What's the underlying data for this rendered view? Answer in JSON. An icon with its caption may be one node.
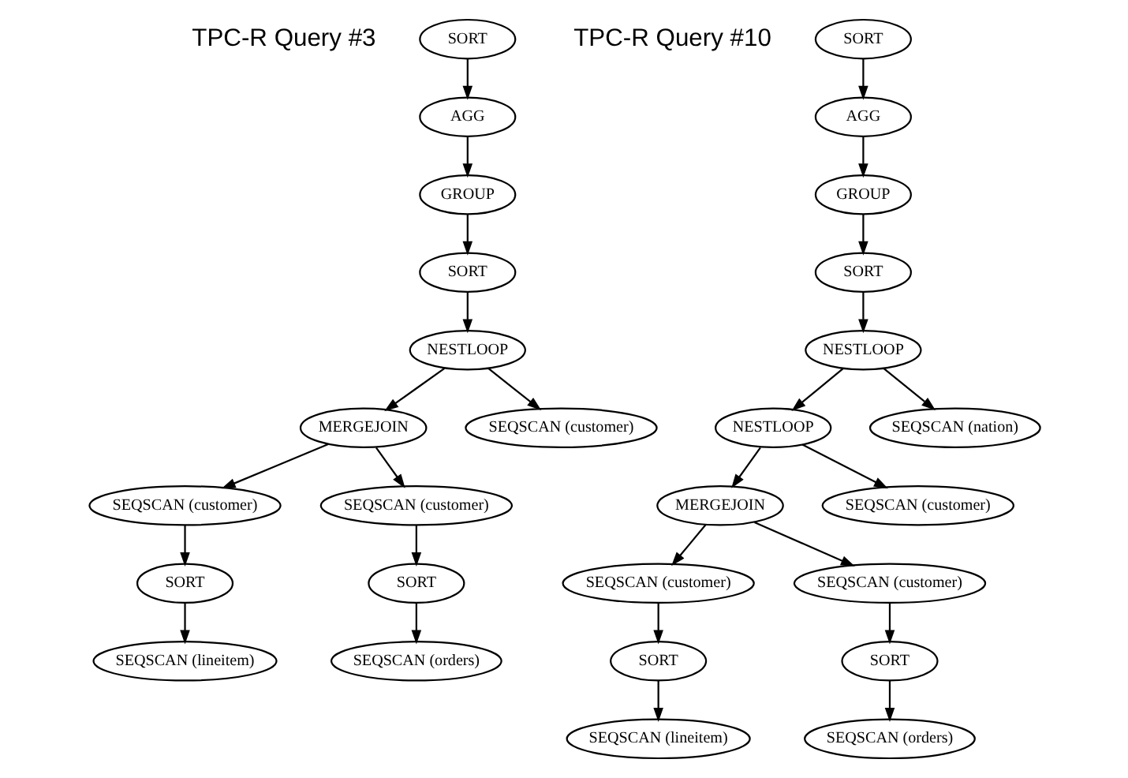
{
  "diagram": {
    "nodes": [
      {
        "text": [
          "SORT"
        ]
      },
      {
        "text": [
          "AGG"
        ]
      },
      {
        "text": [
          "GROUP"
        ]
      },
      {
        "text": [
          "SORT"
        ]
      },
      {
        "text": [
          "NESTLOOP"
        ]
      },
      {
        "text": [
          "MERGEJOIN"
        ]
      },
      {
        "text": [
          "SEQSCAN (customer)"
        ]
      },
      {
        "text": [
          "SEQSCAN (customer)"
        ]
      },
      {
        "text": [
          "SEQSCAN (customer)"
        ]
      },
      {
        "text": [
          "SORT"
        ]
      },
      {
        "text": [
          "SORT"
        ]
      },
      {
        "text": [
          "SEQSCAN (lineitem)"
        ]
      },
      {
        "text": [
          "SEQSCAN (orders)"
        ]
      },
      {
        "text": [
          "SORT"
        ]
      },
      {
        "text": [
          "AGG"
        ]
      },
      {
        "text": [
          "GROUP"
        ]
      },
      {
        "text": [
          "SORT"
        ]
      },
      {
        "text": [
          "NESTLOOP"
        ]
      },
      {
        "text": [
          "NESTLOOP"
        ]
      },
      {
        "text": [
          "SEQSCAN (nation)"
        ]
      },
      {
        "text": [
          "MERGEJOIN"
        ]
      },
      {
        "text": [
          "SEQSCAN (customer)"
        ]
      },
      {
        "text": [
          "SEQSCAN (customer)"
        ]
      },
      {
        "text": [
          "SEQSCAN (customer)"
        ]
      },
      {
        "text": [
          "SORT"
        ]
      },
      {
        "text": [
          "SORT"
        ]
      },
      {
        "text": [
          "SEQSCAN (lineitem)"
        ]
      },
      {
        "text": [
          "SEQSCAN (orders)"
        ]
      }
    ],
    "edges": [
      {
        "from": 0,
        "to": 1,
        "arrow": "to"
      },
      {
        "from": 1,
        "to": 2,
        "arrow": "to"
      },
      {
        "from": 2,
        "to": 3,
        "arrow": "to"
      },
      {
        "from": 3,
        "to": 4,
        "arrow": "to"
      },
      {
        "from": 4,
        "to": 5,
        "arrow": "to"
      },
      {
        "from": 4,
        "to": 6,
        "arrow": "to"
      },
      {
        "from": 5,
        "to": 7,
        "arrow": "to"
      },
      {
        "from": 5,
        "to": 8,
        "arrow": "to"
      },
      {
        "from": 7,
        "to": 9,
        "arrow": "to"
      },
      {
        "from": 8,
        "to": 10,
        "arrow": "to"
      },
      {
        "from": 9,
        "to": 11,
        "arrow": "to"
      },
      {
        "from": 10,
        "to": 12,
        "arrow": "to"
      },
      {
        "from": 13,
        "to": 14,
        "arrow": "to"
      },
      {
        "from": 14,
        "to": 15,
        "arrow": "to"
      },
      {
        "from": 15,
        "to": 16,
        "arrow": "to"
      },
      {
        "from": 16,
        "to": 17,
        "arrow": "to"
      },
      {
        "from": 17,
        "to": 18,
        "arrow": "to"
      },
      {
        "from": 17,
        "to": 19,
        "arrow": "to"
      },
      {
        "from": 18,
        "to": 20,
        "arrow": "to"
      },
      {
        "from": 18,
        "to": 21,
        "arrow": "to"
      },
      {
        "from": 20,
        "to": 22,
        "arrow": "to"
      },
      {
        "from": 20,
        "to": 23,
        "arrow": "to"
      },
      {
        "from": 22,
        "to": 24,
        "arrow": "to"
      },
      {
        "from": 23,
        "to": 25,
        "arrow": "to"
      },
      {
        "from": 24,
        "to": 26,
        "arrow": "to"
      },
      {
        "from": 25,
        "to": 27,
        "arrow": "to"
      }
    ],
    "labels": [
      "TPC-R Query #3",
      "TPC-R Query #10"
    ]
  }
}
